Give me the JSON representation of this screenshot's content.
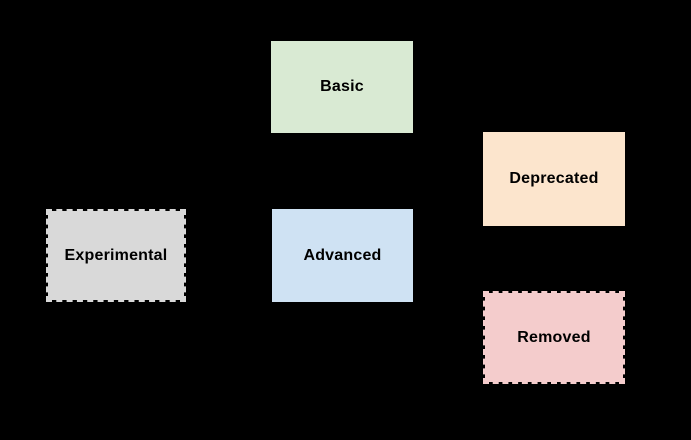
{
  "canvas": {
    "background_color": "#000000",
    "text_color": "#000000"
  },
  "nodes": {
    "basic": {
      "label": "Basic",
      "fill": "#d9ead3",
      "border_style": "solid"
    },
    "deprecated": {
      "label": "Deprecated",
      "fill": "#fce5cd",
      "border_style": "solid"
    },
    "experimental": {
      "label": "Experimental",
      "fill": "#d9d9d9",
      "border_color": "#d9d9d9",
      "border_style": "dashed"
    },
    "advanced": {
      "label": "Advanced",
      "fill": "#cfe2f3",
      "border_style": "solid"
    },
    "removed": {
      "label": "Removed",
      "fill": "#f4cccc",
      "border_color": "#f4cccc",
      "border_style": "dashed"
    }
  }
}
